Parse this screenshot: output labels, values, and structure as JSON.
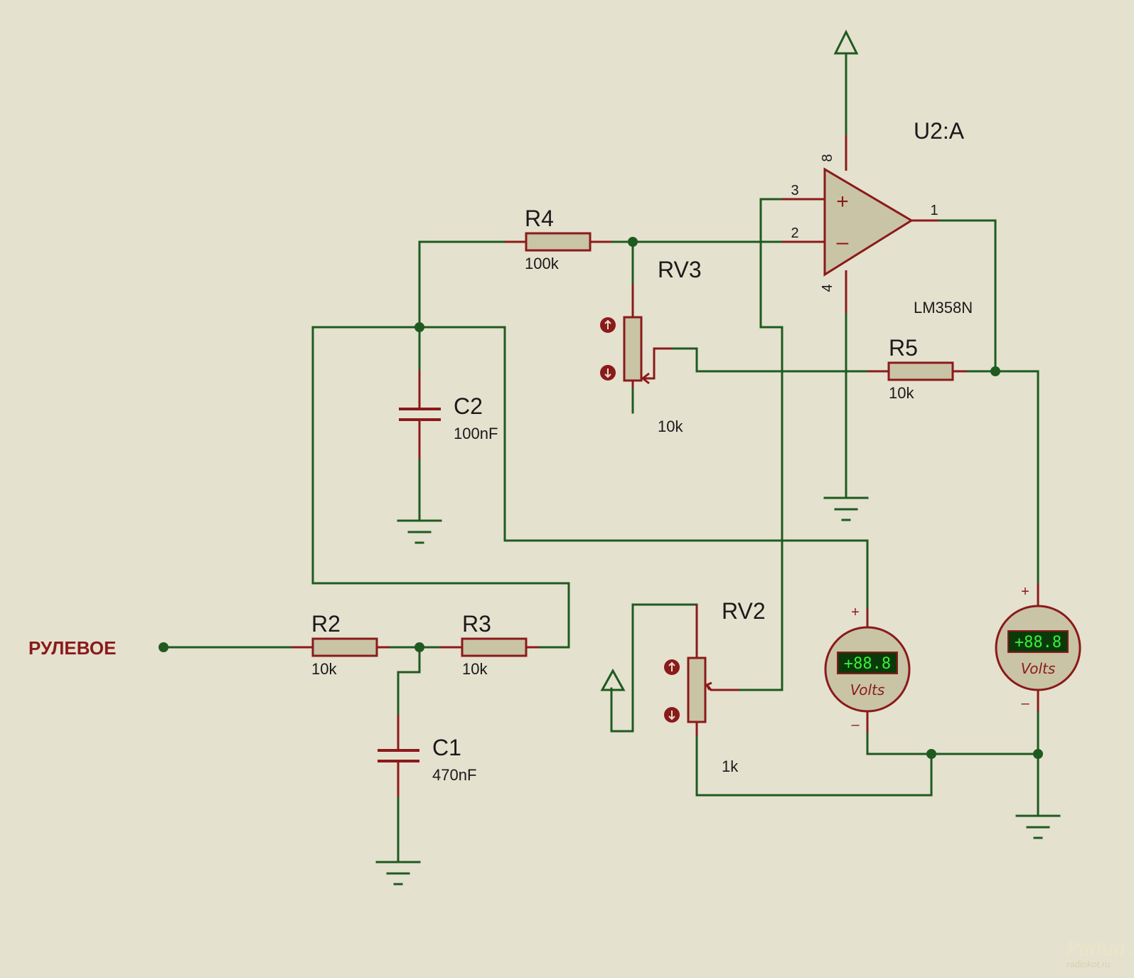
{
  "components": {
    "u2": {
      "ref": "U2:A",
      "part": "LM358N",
      "pins": {
        "p8": "8",
        "p3": "3",
        "p2": "2",
        "p1": "1",
        "p4": "4"
      },
      "plus": "+",
      "minus": "–"
    },
    "r4": {
      "ref": "R4",
      "value": "100k"
    },
    "r5": {
      "ref": "R5",
      "value": "10k"
    },
    "r2": {
      "ref": "R2",
      "value": "10k"
    },
    "r3": {
      "ref": "R3",
      "value": "10k"
    },
    "c2": {
      "ref": "C2",
      "value": "100nF"
    },
    "c1": {
      "ref": "C1",
      "value": "470nF"
    },
    "rv3": {
      "ref": "RV3",
      "value": "10k"
    },
    "rv2": {
      "ref": "RV2",
      "value": "1k"
    }
  },
  "net_label": "РУЛЕВОЕ",
  "voltmeters": [
    {
      "display": "+88.8",
      "unit": "Volts",
      "plus": "+",
      "minus": "–"
    },
    {
      "display": "+88.8",
      "unit": "Volts",
      "plus": "+",
      "minus": "–"
    }
  ],
  "watermark": {
    "logo": "Радио КОТ",
    "site": "radiokot.ru"
  },
  "colors": {
    "background": "#e4e1cf",
    "wire": "#1f5a1f",
    "component": "#8b1a1a",
    "component_fill": "#c9c4a6",
    "meter_display": "#3cf03c"
  }
}
